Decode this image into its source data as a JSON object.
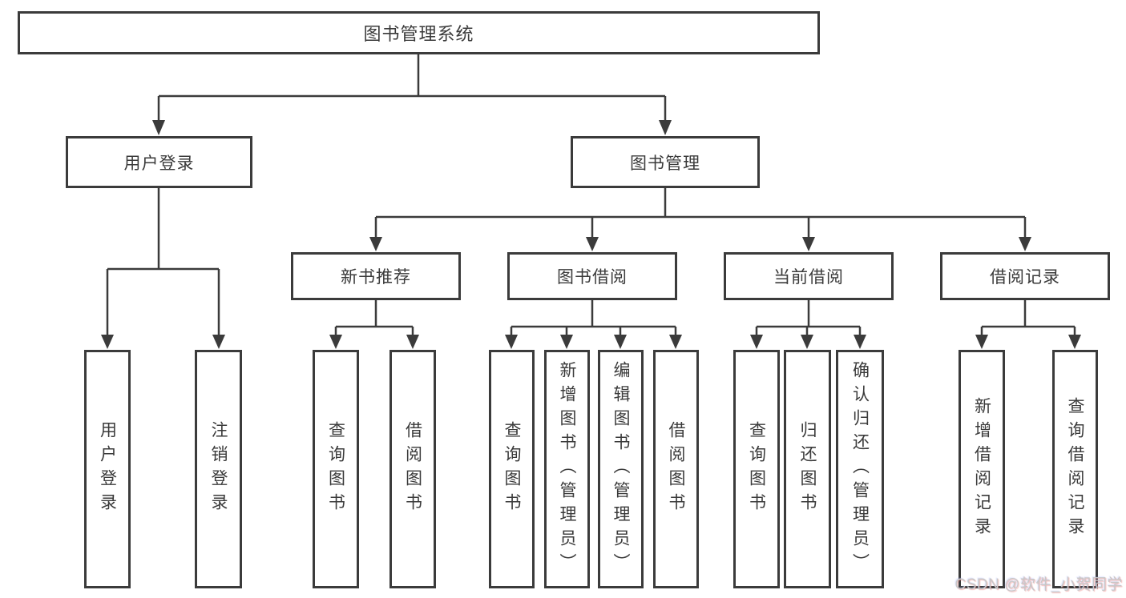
{
  "tree": {
    "root": {
      "label": "图书管理系统"
    },
    "branches": [
      {
        "label": "用户登录",
        "leaves": [
          {
            "label": "用户登录"
          },
          {
            "label": "注销登录"
          }
        ]
      },
      {
        "label": "图书管理",
        "groups": [
          {
            "label": "新书推荐",
            "leaves": [
              {
                "label": "查询图书"
              },
              {
                "label": "借阅图书"
              }
            ]
          },
          {
            "label": "图书借阅",
            "leaves": [
              {
                "label": "查询图书"
              },
              {
                "label": "新增图书（管理员）"
              },
              {
                "label": "编辑图书（管理员）"
              },
              {
                "label": "借阅图书"
              }
            ]
          },
          {
            "label": "当前借阅",
            "leaves": [
              {
                "label": "查询图书"
              },
              {
                "label": "归还图书"
              },
              {
                "label": "确认归还（管理员）"
              }
            ]
          },
          {
            "label": "借阅记录",
            "leaves": [
              {
                "label": "新增借阅记录"
              },
              {
                "label": "查询借阅记录"
              }
            ]
          }
        ]
      }
    ]
  },
  "watermark": {
    "text": "CSDN @软件_小贺同学"
  },
  "colors": {
    "line": "#3b3b3b",
    "text": "#3a3a3a",
    "background": "#ffffff",
    "watermark": "#c8c8c8"
  }
}
